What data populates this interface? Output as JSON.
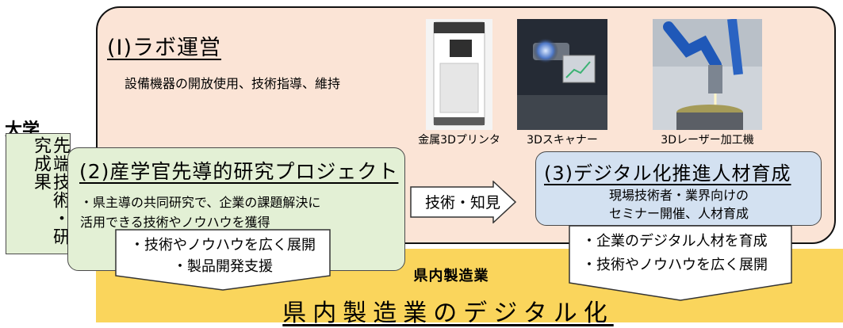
{
  "lab": {
    "title": "(Ⅰ)ラボ運営",
    "description": "設備機器の開放使用、技術指導、維持",
    "equipment": [
      {
        "caption": "金属3Dプリンタ",
        "icon": "metal-3d-printer-photo"
      },
      {
        "caption": "3Dスキャナー",
        "icon": "3d-scanner-photo"
      },
      {
        "caption": "3Dレーザー加工機",
        "icon": "3d-laser-machine-photo"
      }
    ]
  },
  "university": {
    "label": "大学",
    "results": "先端技術・研究成果"
  },
  "project": {
    "title": "(2)産学官先導的研究プロジェクト",
    "lines": [
      "・県主導の共同研究で、企業の課題解決に",
      "活用できる技術やノウハウを獲得"
    ],
    "callout": [
      "・技術やノウハウを広く展開",
      "・製品開発支援"
    ]
  },
  "arrow": {
    "label": "技術・知見"
  },
  "talent": {
    "title": "(3)デジタル化推進人材育成",
    "lines": [
      "現場技術者・業界向けの",
      "セミナー開催、人材育成"
    ],
    "callout": [
      "・企業のデジタル人材を育成",
      "・技術やノウハウを広く展開"
    ]
  },
  "industry": {
    "label": "県内製造業",
    "title": "県内製造業のデジタル化"
  },
  "colors": {
    "lab_panel": "#fbe4d6",
    "industry_band": "#fad55c",
    "university_box": "#e3f0d5",
    "project_box": "#e3f0d5",
    "talent_box": "#d3e1f1"
  }
}
